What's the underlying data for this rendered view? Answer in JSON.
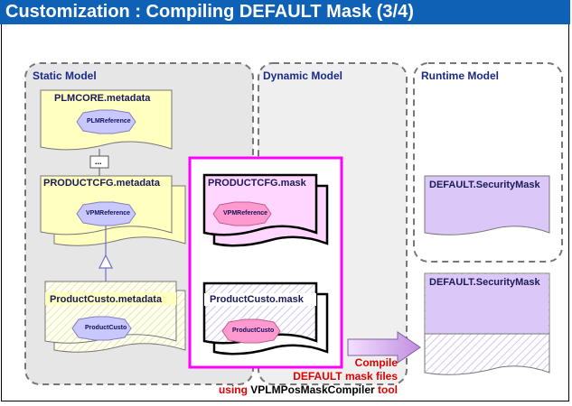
{
  "title": "Customization : Compiling DEFAULT Mask (3/4)",
  "models": {
    "static": "Static Model",
    "dynamic": "Dynamic Model",
    "runtime": "Runtime Model"
  },
  "static_docs": {
    "plmcore": {
      "label": "PLMCORE.metadata",
      "entity": "PLMReference"
    },
    "ellipsis": "...",
    "productcfg": {
      "label": "PRODUCTCFG.metadata",
      "entity": "VPMReference"
    },
    "productcusto": {
      "label": "ProductCusto.metadata",
      "entity": "ProductCusto"
    }
  },
  "mask_docs": {
    "productcfg": {
      "label": "PRODUCTCFG.mask",
      "entity": "VPMReference"
    },
    "productcusto": {
      "label": "ProductCusto.mask",
      "entity": "ProductCusto"
    }
  },
  "runtime_docs": {
    "existing": "DEFAULT.SecurityMask",
    "new": "DEFAULT.SecurityMask"
  },
  "compile_note": {
    "line1": "Compile",
    "line2": "DEFAULT mask files",
    "line3_prefix": "using ",
    "line3_tool": "VPLMPosMaskCompiler",
    "line3_suffix": " tool"
  },
  "colors": {
    "title_bar": "#0f61b6",
    "metadata_fill": "#ffffc0",
    "mask_fill": "#ffd6ff",
    "runtime_fill": "#dcc8f8",
    "highlight_border": "#ff00ff",
    "bubble_fill": "#c8c8ff",
    "mask_bubble_fill": "#ff9ad0",
    "accent_red": "#e00000"
  }
}
